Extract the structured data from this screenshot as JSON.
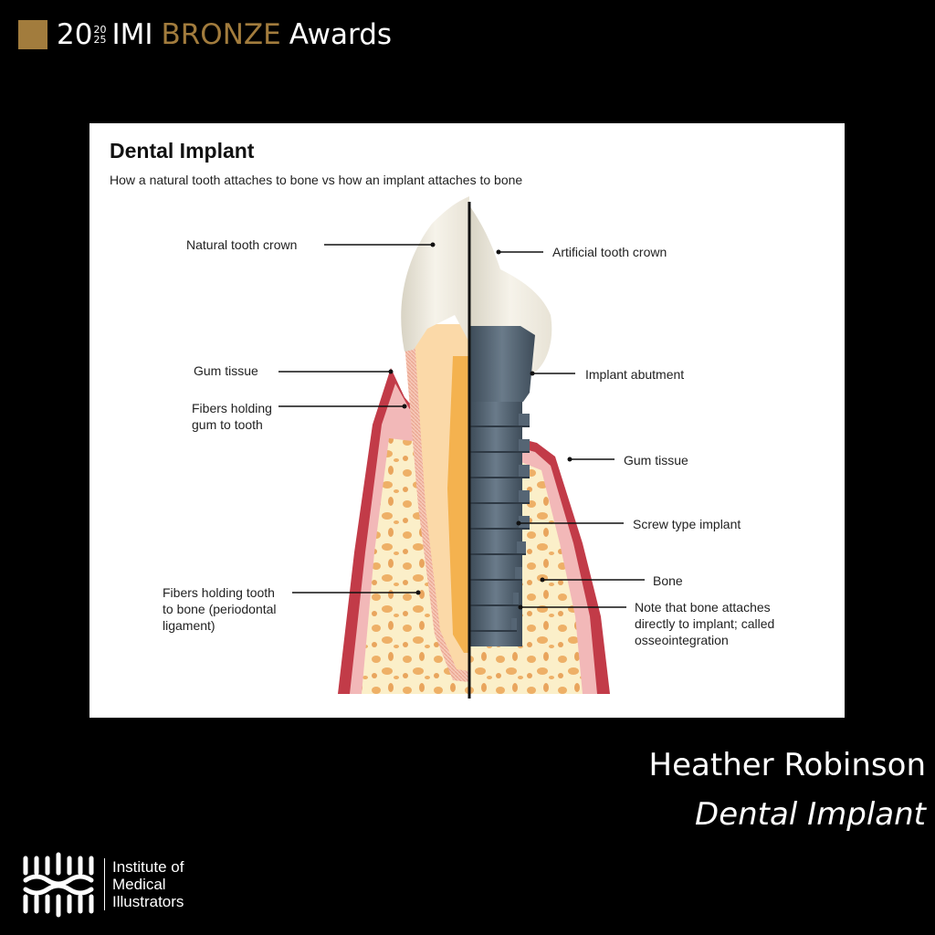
{
  "header": {
    "year_main": "20",
    "year_top": "20",
    "year_bottom": "25",
    "name": "IMI",
    "tier": "BRONZE",
    "word": "Awards",
    "accent_color": "#a27c3d"
  },
  "figure": {
    "title": "Dental Implant",
    "subtitle": "How a natural tooth attaches to bone vs how an implant attaches to bone",
    "labels_left": {
      "crown": "Natural tooth crown",
      "gum": "Gum tissue",
      "fibers_gum_1": "Fibers holding",
      "fibers_gum_2": "gum to tooth",
      "fibers_bone_1": "Fibers holding tooth",
      "fibers_bone_2": "to bone (periodontal",
      "fibers_bone_3": "ligament)"
    },
    "labels_right": {
      "crown": "Artificial tooth crown",
      "abutment": "Implant abutment",
      "gum": "Gum tissue",
      "screw": "Screw type implant",
      "bone": "Bone",
      "note_1": "Note that bone attaches",
      "note_2": "directly to implant; called",
      "note_3": "osseointegration"
    }
  },
  "credit": {
    "author": "Heather Robinson",
    "work_title": "Dental Implant"
  },
  "logo": {
    "line1": "Institute of",
    "line2": "Medical",
    "line3": "Illustrators"
  }
}
